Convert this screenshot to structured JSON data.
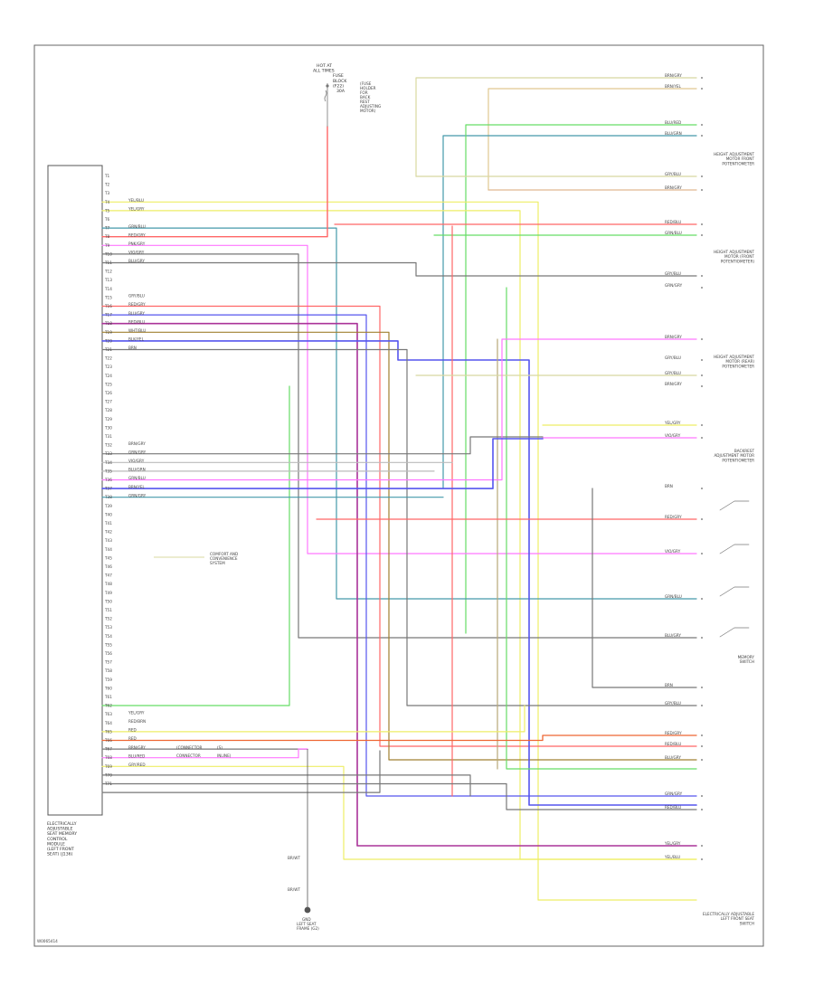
{
  "diagram_id": "W0065414",
  "module": {
    "name": "ELECTRICALLY ADJUSTABLE SEAT MEMORY CONTROL MODULE (LEFT FRONT SEAT)",
    "lines": [
      "ELECTRICALLY",
      "ADJUSTABLE",
      "SEAT MEMORY",
      "CONTROL",
      "MODULE",
      "(LEFT FRONT",
      "SEAT) (J136)"
    ]
  },
  "fuse": {
    "lines": [
      "HOT AT",
      "ALL TIMES",
      "",
      "FUSE",
      "BLOCK",
      "(F22)",
      "30A"
    ],
    "note_lines": [
      "(FUSE",
      "HOLDER",
      "FOR",
      "BACK",
      "REST",
      "ADJUSTING",
      "MOTOR)"
    ]
  },
  "connector_note": {
    "lines": [
      "(CONNECTOR",
      "(S)",
      "CONNECTOR",
      "INLINE)"
    ]
  },
  "ground": {
    "lines": [
      "GND",
      "LEFT SEAT",
      "FRAME (G2)"
    ]
  },
  "splice_labels": [
    "BR/WT",
    "BR/WT"
  ],
  "components": [
    {
      "lines": [
        "HEIGHT ADJUSTMENT",
        "MOTOR FRONT",
        "POTENTIOMETER"
      ]
    },
    {
      "lines": [
        "HEIGHT ADJUSTMENT",
        "MOTOR (FRONT",
        "POTENTIOMETER)"
      ]
    },
    {
      "lines": [
        "HEIGHT ADJUSTMENT",
        "MOTOR (REAR)",
        "POTENTIOMETER"
      ]
    },
    {
      "lines": [
        "BACKREST",
        "ADJUSTMENT MOTOR",
        "POTENTIOMETER"
      ]
    },
    {
      "lines": [
        "MEMORY",
        "SWITCH"
      ]
    },
    {
      "lines": [
        "ELECTRICALLY ADJUSTABLE",
        "LEFT FRONT SEAT",
        "SWITCH"
      ]
    }
  ],
  "side_note": {
    "lines": [
      "COMFORT AND",
      "CONVENIENCE",
      "SYSTEM"
    ]
  },
  "pin_labels": [
    "T1",
    "T2",
    "T3",
    "T4",
    "T5",
    "T6",
    "T7",
    "T8",
    "T9",
    "T10",
    "T11",
    "T12",
    "T13",
    "T14",
    "T15",
    "T16",
    "T17",
    "T18",
    "T19",
    "T20",
    "T21",
    "T22",
    "T23",
    "T24",
    "T25",
    "T26",
    "T27",
    "T28",
    "T29",
    "T30",
    "T31",
    "T32",
    "T33",
    "T34",
    "T35",
    "T36",
    "T37",
    "T38",
    "T39",
    "T40",
    "T41",
    "T42",
    "T43",
    "T44",
    "T45",
    "T46",
    "T47",
    "T48",
    "T49",
    "T50",
    "T51",
    "T52",
    "T53",
    "T54",
    "T55",
    "T56",
    "T57",
    "T58",
    "T59",
    "T60",
    "T61",
    "T62",
    "T63",
    "T64",
    "T65",
    "T66",
    "T67",
    "T68",
    "T69",
    "T70",
    "T71"
  ],
  "module_wire_labels": [
    "YEL/BLU",
    "YEL/GRY",
    "GRN/BLU",
    "RED/GRY",
    "PNK/GRY",
    "VIO/GRY",
    "BLU/GRY",
    "GRY/BLU",
    "RED/GRY",
    "BLU/GRY",
    "RED/BLU",
    "WHT/BLU",
    "BLK/YEL",
    "BRN",
    "BRN/GRY",
    "GRN/GRY",
    "VIO/GRY",
    "BLU/GRN",
    "GRN/BLU",
    "BRN/YEL",
    "GRN/GRY",
    "YEL/GRY",
    "RED/BRN",
    "RED",
    "RED",
    "BRN/GRY",
    "BLU/RED",
    "GRY/RED"
  ],
  "right_wire_labels": [
    "BRN/GRY",
    "BRN/YEL",
    "BLU/RED",
    "BLU/GRN",
    "GRY/BLU",
    "BRN/GRY",
    "RED/BLU",
    "GRN/BLU",
    "GRY/BLU",
    "GRN/GRY",
    "BRN/GRY",
    "GRY/BLU",
    "GRY/BLU",
    "BRN/GRY",
    "YEL/GRY",
    "VIO/GRY",
    "BRN",
    "RED/GRY",
    "VIO/GRY",
    "GRN/BLU",
    "BLU/GRY",
    "BRN",
    "GRY/BLU",
    "RED/GRY",
    "RED/BLU",
    "BLU/GRY",
    "GRN/GRY",
    "RED/BLU",
    "YEL/GRY",
    "YEL/BLU"
  ],
  "colors": {
    "frame": "#666666",
    "red": "#ff6666",
    "blue": "#5555ee",
    "green": "#66dd66",
    "yellow": "#eeee66",
    "pink": "#ff77ff",
    "teal": "#4499aa",
    "gray": "#777777",
    "tan": "#d8d8a0",
    "orange": "#ee6633",
    "violet": "#aa3399"
  }
}
